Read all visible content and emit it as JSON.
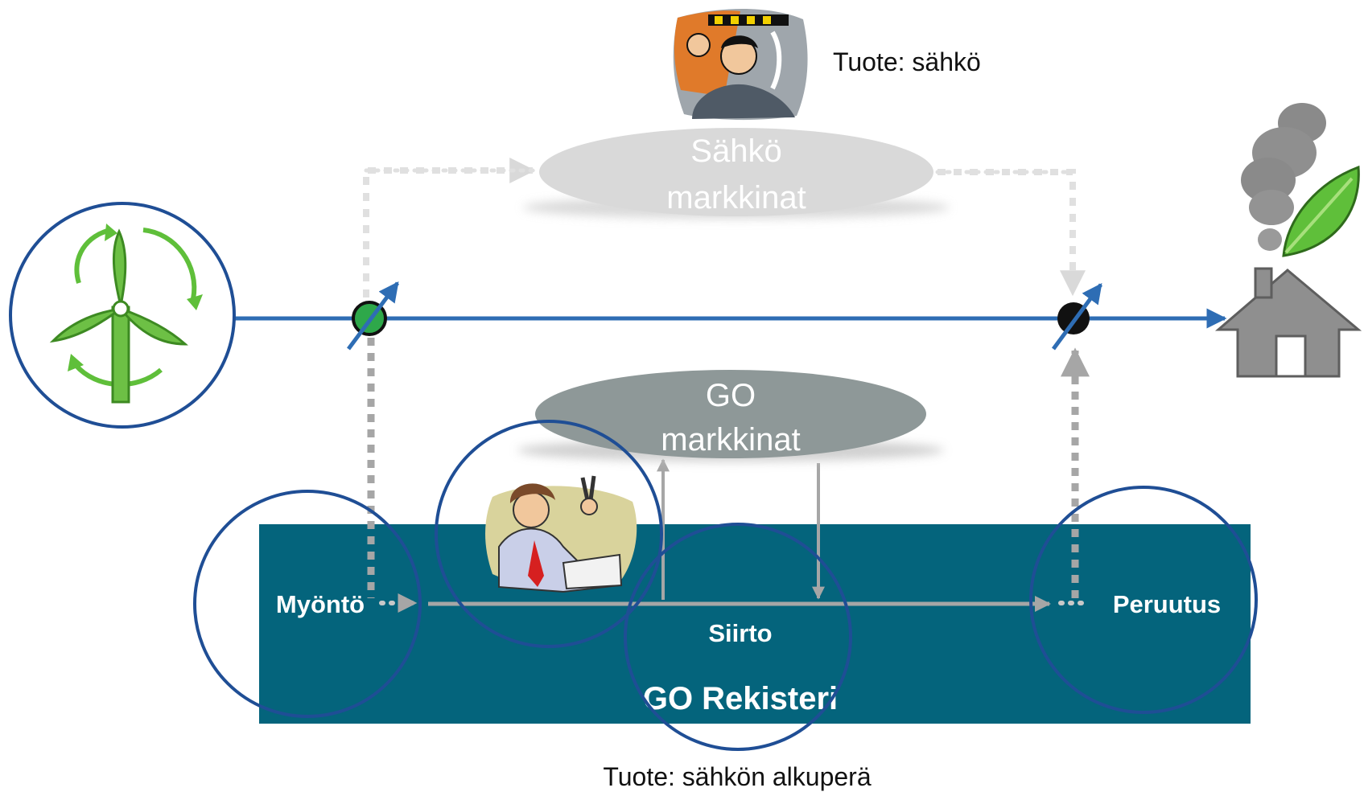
{
  "top_product": {
    "label": "Tuote: sähkö"
  },
  "electricity_market": {
    "line1": "Sähkö",
    "line2": "markkinat"
  },
  "go_market": {
    "line1": "GO",
    "line2": "markkinat"
  },
  "registry": {
    "title": "GO Rekisteri",
    "issue": "Myöntö",
    "transfer": "Siirto",
    "cancellation": "Peruutus"
  },
  "bottom_product": {
    "label": "Tuote: sähkön alkuperä"
  },
  "icons": {
    "producer": "wind-turbine-icon",
    "consumer": "house-icon",
    "market_trader": "traders-icon",
    "broker": "phone-broker-icon"
  },
  "colors": {
    "flow_line": "#2e6db4",
    "registry_bg": "#04647c",
    "electricity_market_bg": "#d9d9d9",
    "go_market_bg": "#8e9898",
    "highlight_circle": "#1f4e95",
    "wind_green": "#5fbf3a",
    "dotted_gray": "#a6a6a6"
  }
}
